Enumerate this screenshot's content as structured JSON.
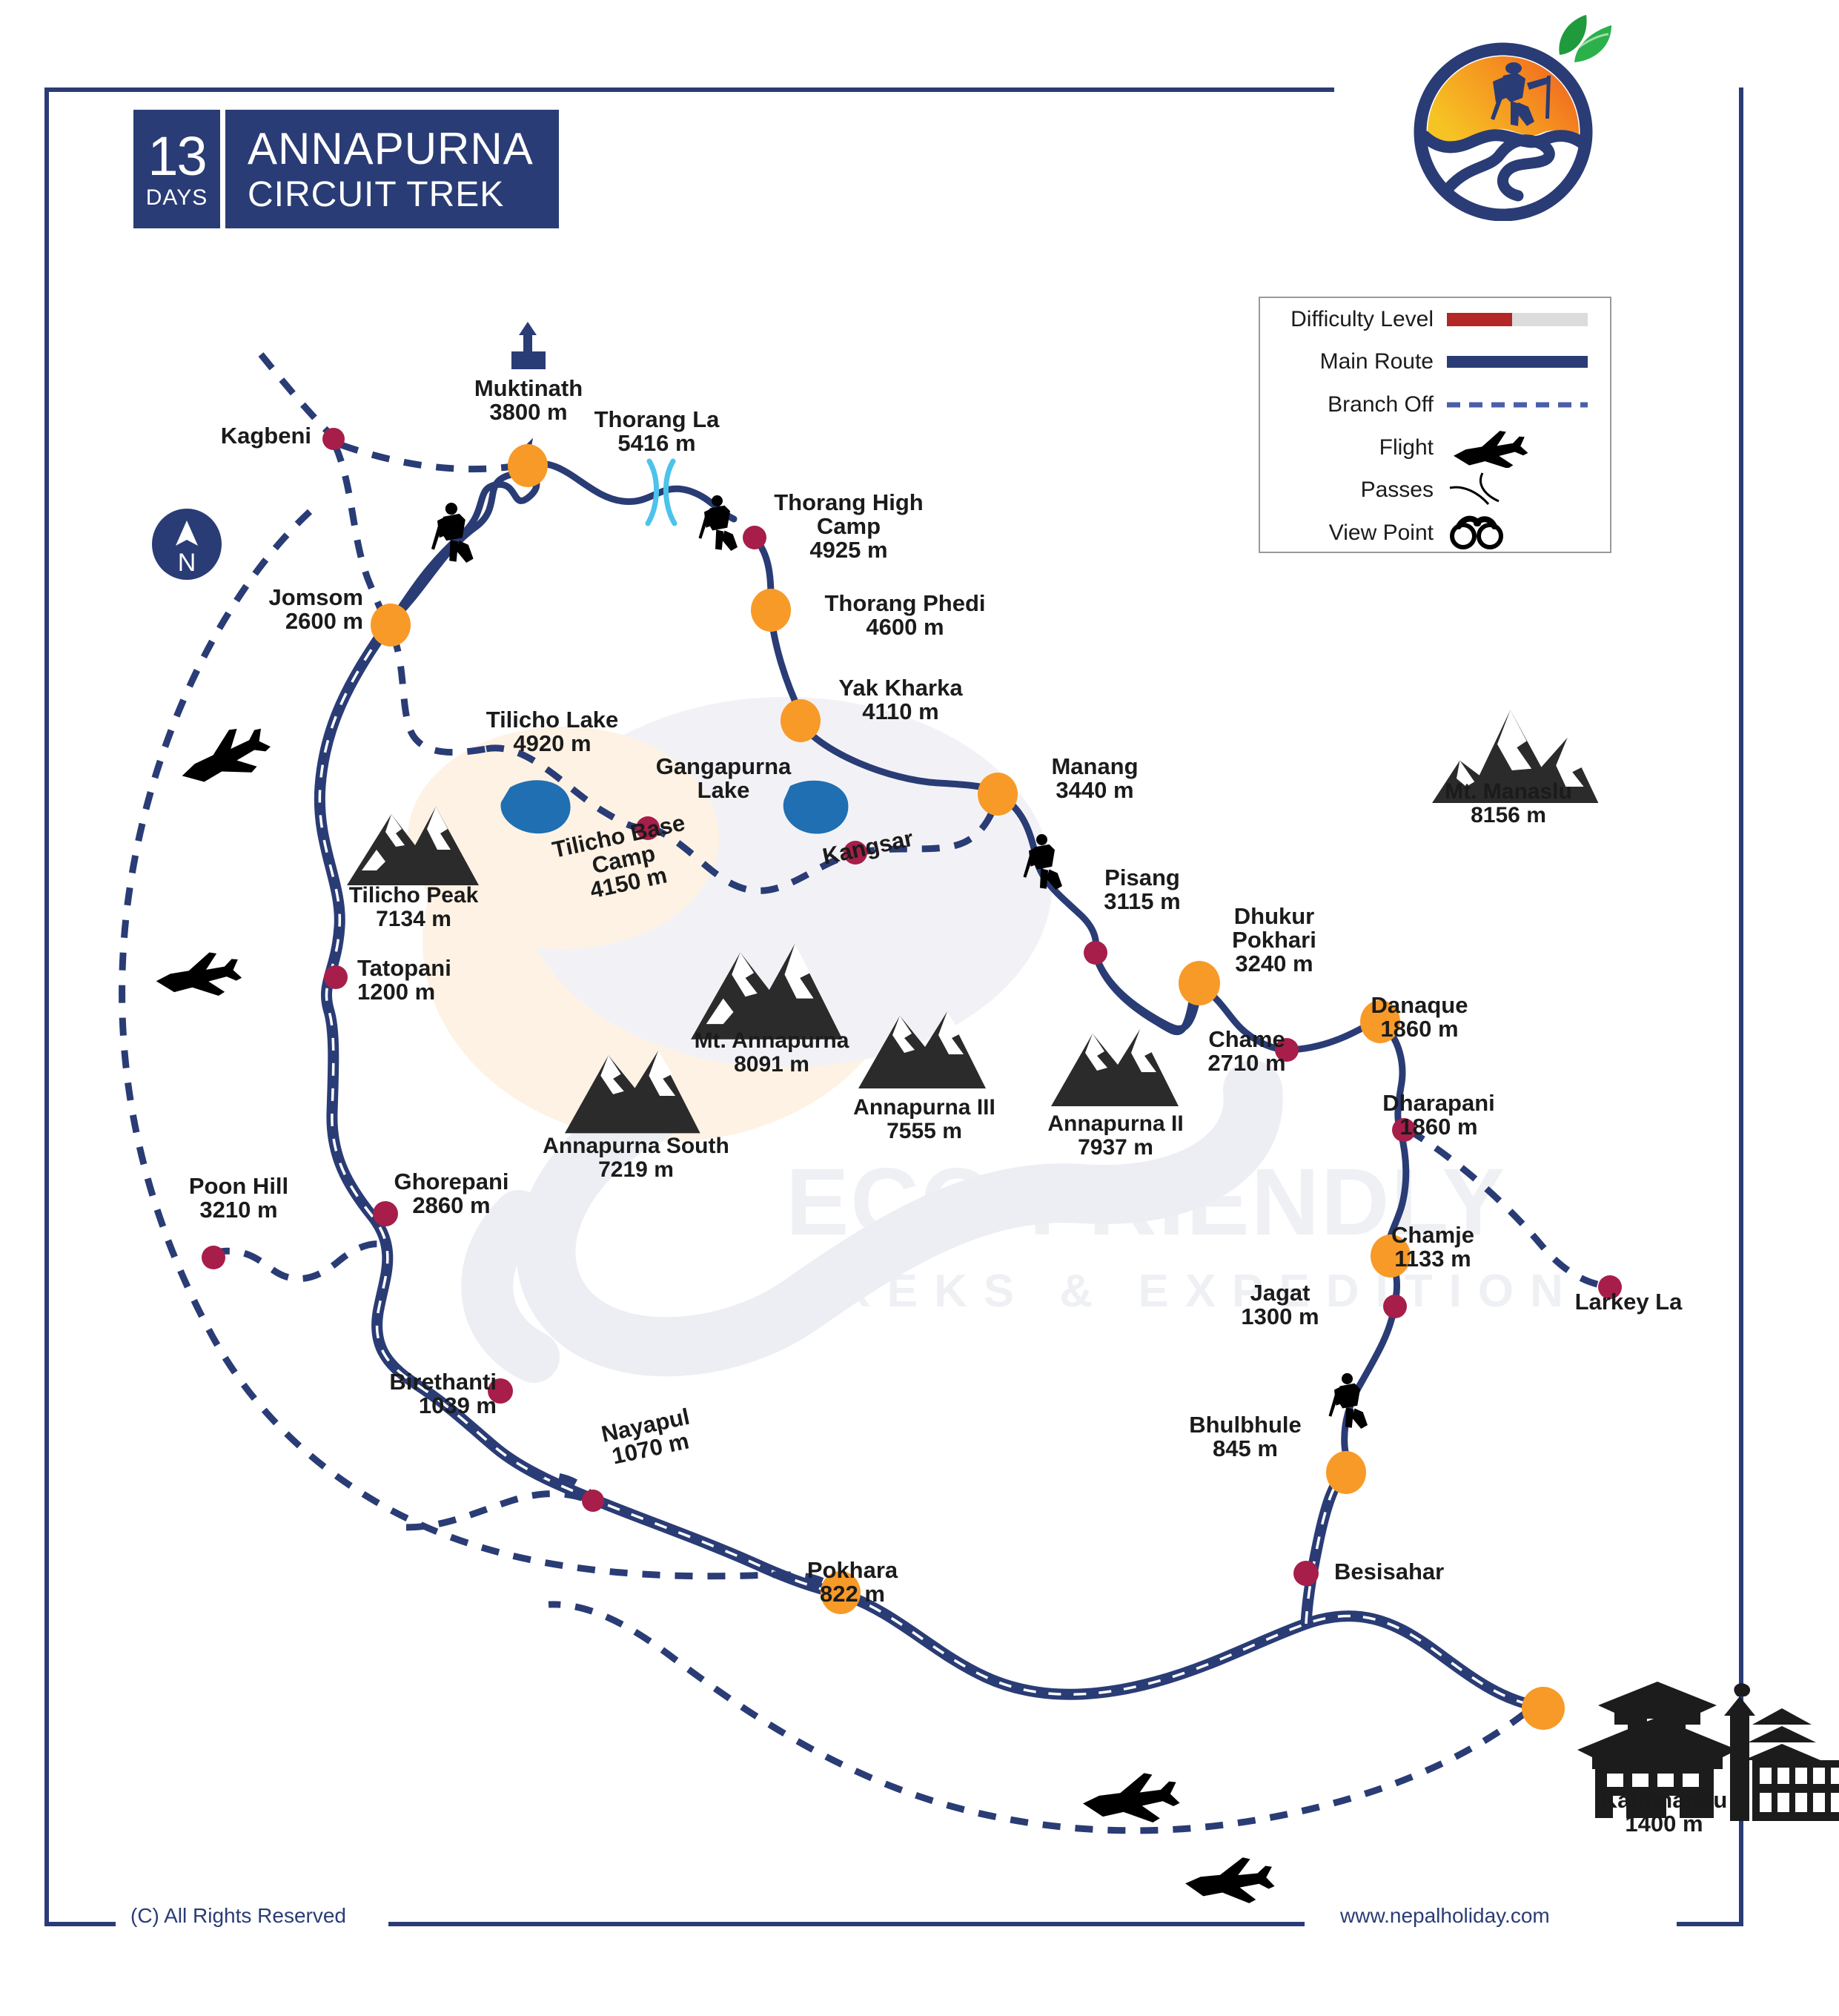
{
  "header": {
    "days_number": "13",
    "days_label": "DAYS",
    "trek_name_line1": "ANNAPURNA",
    "trek_name_line2": "CIRCUIT TREK"
  },
  "logo": {
    "name": "eco-friendly-trek-logo"
  },
  "compass": {
    "label": "N"
  },
  "watermark": {
    "line1": "ECO-FRIENDLY",
    "line2": "TREKS & EXPEDITION"
  },
  "legend": {
    "items": [
      {
        "label": "Difficulty Level",
        "icon": "difficulty-bar"
      },
      {
        "label": "Main Route",
        "icon": "solid-line"
      },
      {
        "label": "Branch Off",
        "icon": "dashed-line"
      },
      {
        "label": "Flight",
        "icon": "airplane-icon"
      },
      {
        "label": "Passes",
        "icon": "pass-icon"
      },
      {
        "label": "View Point",
        "icon": "binoculars-icon"
      }
    ]
  },
  "colors": {
    "brand_navy": "#2a3c75",
    "route_navy": "#2a3c75",
    "major_stop": "#f89a28",
    "minor_stop": "#a61e49",
    "difficulty_fill": "#b32727",
    "difficulty_track": "#dcdcdc",
    "lake_blue": "#1f6fb2",
    "pass_cyan": "#4cc3ea"
  },
  "places": [
    {
      "name": "Muktinath",
      "alt": "3800 m",
      "type": "major"
    },
    {
      "name": "Kagbeni",
      "alt": "",
      "type": "minor"
    },
    {
      "name": "Jomsom",
      "alt": "2600 m",
      "type": "major"
    },
    {
      "name": "Thorang La",
      "alt": "5416 m",
      "type": "pass"
    },
    {
      "name": "Thorang High Camp",
      "alt": "4925 m",
      "type": "minor"
    },
    {
      "name": "Thorang Phedi",
      "alt": "4600 m",
      "type": "major"
    },
    {
      "name": "Yak Kharka",
      "alt": "4110 m",
      "type": "major"
    },
    {
      "name": "Tilicho Lake",
      "alt": "4920 m",
      "type": "lake"
    },
    {
      "name": "Gangapurna Lake",
      "alt": "",
      "type": "lake"
    },
    {
      "name": "Tilicho Base Camp",
      "alt": "4150 m",
      "type": "minor"
    },
    {
      "name": "Kangsar",
      "alt": "",
      "type": "minor"
    },
    {
      "name": "Manang",
      "alt": "3440 m",
      "type": "major"
    },
    {
      "name": "Pisang",
      "alt": "3115 m",
      "type": "minor"
    },
    {
      "name": "Dhukur Pokhari",
      "alt": "3240 m",
      "type": "major"
    },
    {
      "name": "Chame",
      "alt": "2710 m",
      "type": "minor"
    },
    {
      "name": "Danaque",
      "alt": "1860 m",
      "type": "major"
    },
    {
      "name": "Dharapani",
      "alt": "1860 m",
      "type": "minor"
    },
    {
      "name": "Chamje",
      "alt": "1133 m",
      "type": "major"
    },
    {
      "name": "Jagat",
      "alt": "1300 m",
      "type": "minor"
    },
    {
      "name": "Larkey La",
      "alt": "",
      "type": "minor"
    },
    {
      "name": "Bhulbhule",
      "alt": "845 m",
      "type": "major"
    },
    {
      "name": "Besisahar",
      "alt": "",
      "type": "minor"
    },
    {
      "name": "Kathmandu",
      "alt": "1400 m",
      "type": "major"
    },
    {
      "name": "Pokhara",
      "alt": "822 m",
      "type": "major"
    },
    {
      "name": "Nayapul",
      "alt": "1070 m",
      "type": "minor"
    },
    {
      "name": "Birethanti",
      "alt": "1039 m",
      "type": "minor"
    },
    {
      "name": "Ghorepani",
      "alt": "2860 m",
      "type": "minor"
    },
    {
      "name": "Poon Hill",
      "alt": "3210 m",
      "type": "minor"
    },
    {
      "name": "Tatopani",
      "alt": "1200 m",
      "type": "minor"
    }
  ],
  "labels": {
    "muktinath": {
      "name": "Muktinath",
      "alt": "3800 m"
    },
    "kagbeni": {
      "name": "Kagbeni",
      "alt": ""
    },
    "jomsom": {
      "name": "Jomsom",
      "alt": "2600 m"
    },
    "thorang_la": {
      "name": "Thorang La",
      "alt": "5416 m"
    },
    "thorang_high": {
      "name": "Thorang High",
      "name2": "Camp",
      "alt": "4925 m"
    },
    "thorang_phedi": {
      "name": "Thorang Phedi",
      "alt": "4600 m"
    },
    "yak_kharka": {
      "name": "Yak Kharka",
      "alt": "4110 m"
    },
    "tilicho_lake": {
      "name": "Tilicho Lake",
      "alt": "4920 m"
    },
    "gangapurna_lake": {
      "name": "Gangapurna",
      "name2": "Lake",
      "alt": ""
    },
    "tilicho_base": {
      "name": "Tilicho Base",
      "name2": "Camp",
      "alt": "4150 m"
    },
    "kangsar": {
      "name": "Kangsar",
      "alt": ""
    },
    "manang": {
      "name": "Manang",
      "alt": "3440 m"
    },
    "pisang": {
      "name": "Pisang",
      "alt": "3115 m"
    },
    "dhukur_pokhari": {
      "name": "Dhukur",
      "name2": "Pokhari",
      "alt": "3240 m"
    },
    "chame": {
      "name": "Chame",
      "alt": "2710 m"
    },
    "danaque": {
      "name": "Danaque",
      "alt": "1860 m"
    },
    "dharapani": {
      "name": "Dharapani",
      "alt": "1860 m"
    },
    "chamje": {
      "name": "Chamje",
      "alt": "1133 m"
    },
    "jagat": {
      "name": "Jagat",
      "alt": "1300 m"
    },
    "larkey_la": {
      "name": "Larkey La",
      "alt": ""
    },
    "bhulbhule": {
      "name": "Bhulbhule",
      "alt": "845 m"
    },
    "besisahar": {
      "name": "Besisahar",
      "alt": ""
    },
    "kathmandu": {
      "name": "Kathmandu",
      "alt": "1400 m"
    },
    "pokhara": {
      "name": "Pokhara",
      "alt": "822 m"
    },
    "nayapul": {
      "name": "Nayapul",
      "alt": "1070 m"
    },
    "birethanti": {
      "name": "Birethanti",
      "alt": "1039 m"
    },
    "ghorepani": {
      "name": "Ghorepani",
      "alt": "2860 m"
    },
    "poon_hill": {
      "name": "Poon Hill",
      "alt": "3210 m"
    },
    "tatopani": {
      "name": "Tatopani",
      "alt": "1200 m"
    }
  },
  "mountains": {
    "tilicho_peak": {
      "name": "Tilicho Peak",
      "alt": "7134 m"
    },
    "mt_annapurna": {
      "name": "Mt. Annapurna",
      "alt": "8091 m"
    },
    "annapurna_iii": {
      "name": "Annapurna III",
      "alt": "7555 m"
    },
    "annapurna_south": {
      "name": "Annapurna South",
      "alt": "7219 m"
    },
    "annapurna_ii": {
      "name": "Annapurna II",
      "alt": "7937 m"
    },
    "mt_manaslu": {
      "name": "Mt. Manaslu",
      "alt": "8156 m"
    }
  },
  "footer": {
    "copyright": "(C) All Rights Reserved",
    "website": "www.nepalholiday.com"
  }
}
